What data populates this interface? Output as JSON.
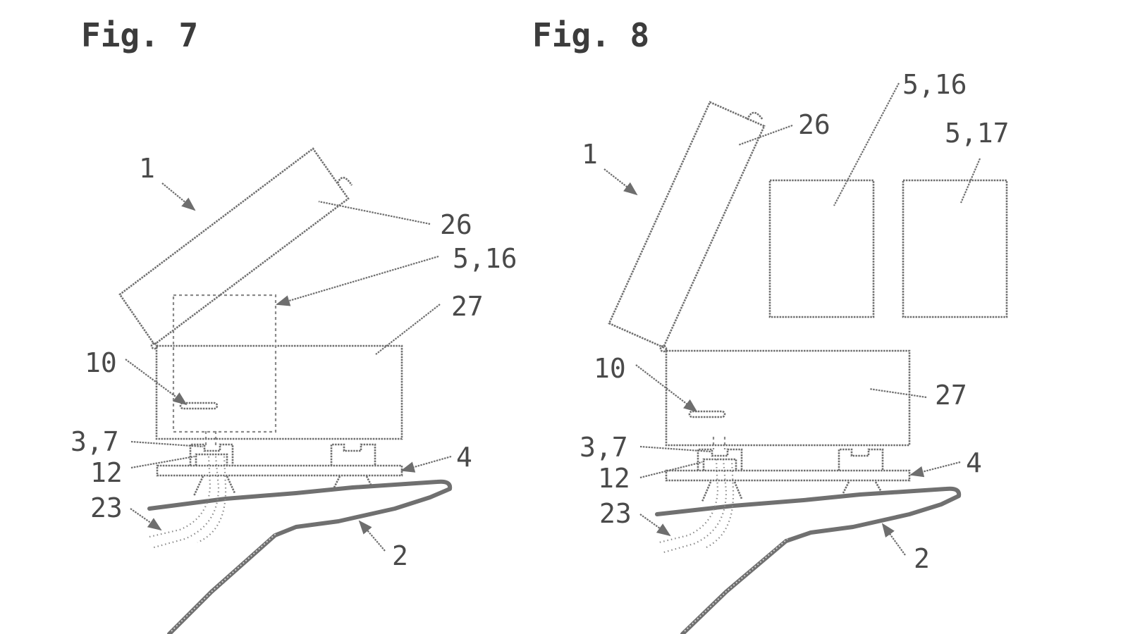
{
  "figures": [
    {
      "title": "Fig. 7",
      "labels": {
        "device": "1",
        "lid": "26",
        "module_a": "5,16",
        "housing": "27",
        "slot": "10",
        "connector": "3,7",
        "latch": "12",
        "base_plate": "4",
        "cable": "23",
        "surface": "2"
      }
    },
    {
      "title": "Fig. 8",
      "labels": {
        "device": "1",
        "lid": "26",
        "module_a": "5,16",
        "module_b": "5,17",
        "housing": "27",
        "slot": "10",
        "connector": "3,7",
        "latch": "12",
        "base_plate": "4",
        "cable": "23",
        "surface": "2"
      }
    }
  ],
  "colors": {
    "line": "#6e6e6e",
    "text": "#4a4a4a",
    "background": "#ffffff"
  }
}
